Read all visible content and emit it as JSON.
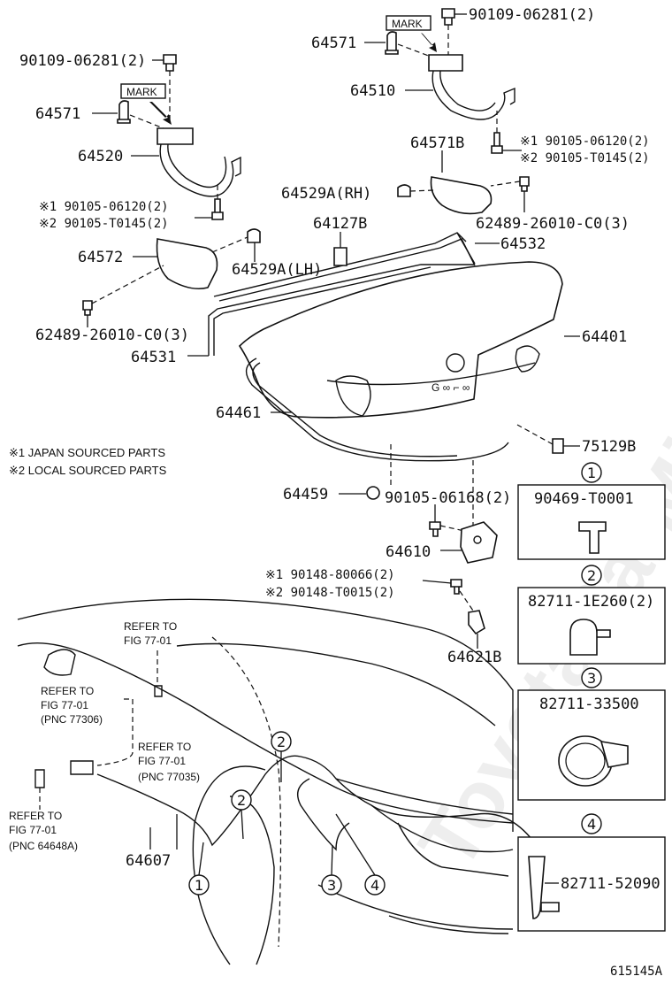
{
  "watermark": "ToyotaCarMirror.ru",
  "notes": [
    "※1 JAPAN SOURCED PARTS",
    "※2 LOCAL SOURCED PARTS"
  ],
  "mark_label": "MARK",
  "refer": {
    "l1": "REFER TO",
    "l2": "FIG 77-01",
    "pnc_77306": "(PNC 77306)",
    "pnc_77035": "(PNC 77035)",
    "pnc_64648a": "(PNC 64648A)"
  },
  "labels": {
    "p_90109_left": "90109-06281(2)",
    "p_64571_left": "64571",
    "p_64520": "64520",
    "p_90105_06120_left": "※1 90105-06120(2)",
    "p_90105_t0145_left": "※2 90105-T0145(2)",
    "p_64572": "64572",
    "p_64529a_lh": "64529A(LH)",
    "p_62489_left": "62489-26010-C0(3)",
    "p_64531": "64531",
    "p_64461": "64461",
    "p_90109_right": "90109-06281(2)",
    "p_64571_right": "64571",
    "p_64510": "64510",
    "p_64571b": "64571B",
    "p_90105_06120_right": "※1 90105-06120(2)",
    "p_90105_t0145_right": "※2 90105-T0145(2)",
    "p_64529a_rh": "64529A(RH)",
    "p_62489_right": "62489-26010-C0(3)",
    "p_64127b": "64127B",
    "p_64532": "64532",
    "p_64401": "64401",
    "p_75129b": "75129B",
    "p_64459": "64459",
    "p_90105_06168": "90105-06168(2)",
    "p_64610": "64610",
    "p_90148_80066": "※1 90148-80066(2)",
    "p_90148_t0015": "※2 90148-T0015(2)",
    "p_64621b": "64621B",
    "p_64607": "64607"
  },
  "insets": [
    {
      "num": "1",
      "part": "90469-T0001"
    },
    {
      "num": "2",
      "part": "82711-1E260(2)"
    },
    {
      "num": "3",
      "part": "82711-33500"
    },
    {
      "num": "4",
      "part": "82711-52090"
    }
  ],
  "callouts": [
    "1",
    "2",
    "3",
    "4",
    "2"
  ],
  "diagram_id": "615145A"
}
